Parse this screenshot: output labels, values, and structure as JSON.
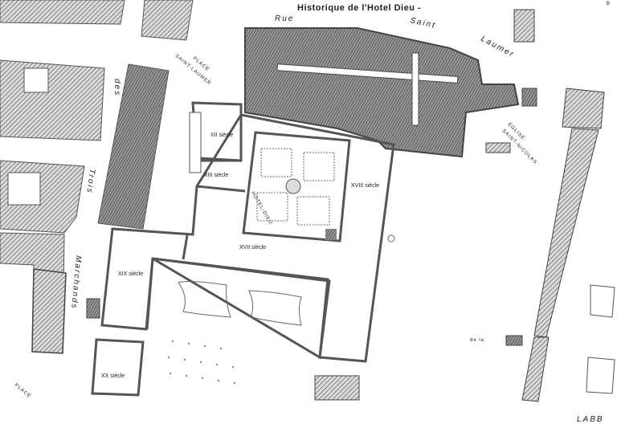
{
  "title": "Historique de l'Hotel Dieu -",
  "corner_mark": "B",
  "streets": {
    "rue_saint_laumer_1": "Rue",
    "rue_saint_laumer_2": "Saint",
    "rue_saint_laumer_3": "Laumer",
    "trois_marchands_1": "des",
    "trois_marchands_2": "Trois",
    "trois_marchands_3": "Marchands",
    "place_saint_laumer_1": "PLACE",
    "place_saint_laumer_2": "SAINT-LAUMER",
    "eglise_1": "EGLISE",
    "eglise_2": "SAINT-NICOLAS",
    "place_bottom": "PLACE",
    "de_la": "de la",
    "labb": "LABB"
  },
  "building_label": "HOTEL-DIEU",
  "centuries": {
    "xii": "XII siècle",
    "xiii": "XIII siècle",
    "xviii": "XVIII siècle",
    "xvii": "XVII siècle",
    "xix": "XIX siècle",
    "xx": "XX siècle"
  },
  "colors": {
    "ink": "#555555",
    "paper": "#ffffff",
    "hatch": "#777777"
  }
}
